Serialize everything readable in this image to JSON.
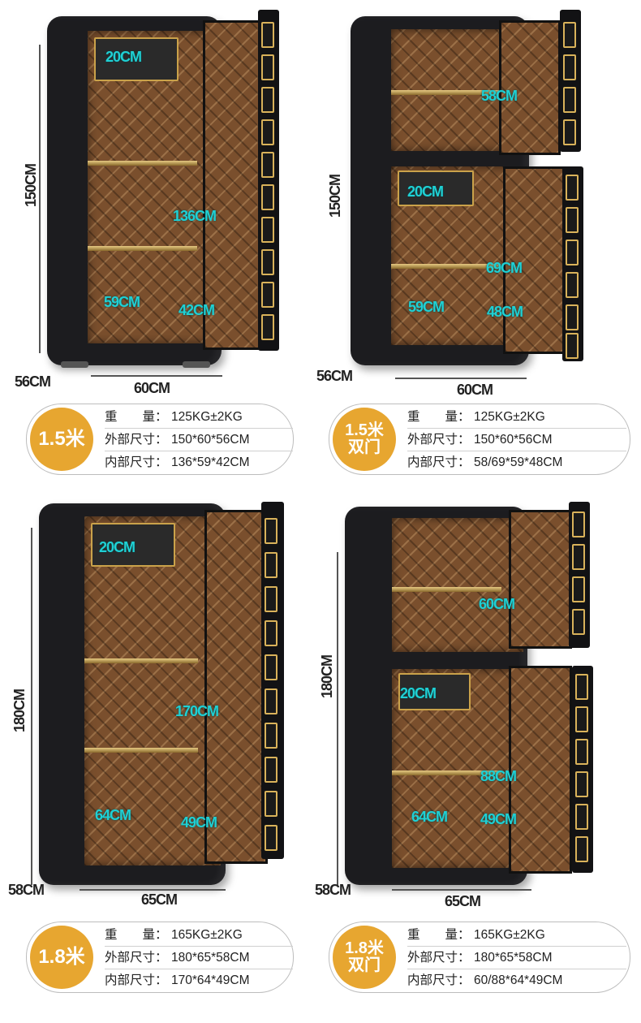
{
  "products": [
    {
      "badge_line1": "1.5米",
      "badge_line2": "",
      "height_label": "150CM",
      "depth_label": "56CM",
      "width_label": "60CM",
      "measures": {
        "top": "20CM",
        "mid": "136CM",
        "w": "59CM",
        "d": "42CM"
      },
      "specs": [
        {
          "label": "重　　量：",
          "value": "125KG±2KG"
        },
        {
          "label": "外部尺寸：",
          "value": "150*60*56CM"
        },
        {
          "label": "内部尺寸：",
          "value": "136*59*42CM"
        }
      ]
    },
    {
      "badge_line1": "1.5米",
      "badge_line2": "双门",
      "height_label": "150CM",
      "depth_label": "56CM",
      "width_label": "60CM",
      "measures": {
        "upper": "58CM",
        "lock": "20CM",
        "lower": "69CM",
        "w": "59CM",
        "d": "48CM"
      },
      "specs": [
        {
          "label": "重　　量：",
          "value": "125KG±2KG"
        },
        {
          "label": "外部尺寸：",
          "value": "150*60*56CM"
        },
        {
          "label": "内部尺寸：",
          "value": "58/69*59*48CM"
        }
      ]
    },
    {
      "badge_line1": "1.8米",
      "badge_line2": "",
      "height_label": "180CM",
      "depth_label": "58CM",
      "width_label": "65CM",
      "measures": {
        "top": "20CM",
        "mid": "170CM",
        "w": "64CM",
        "d": "49CM"
      },
      "specs": [
        {
          "label": "重　　量：",
          "value": "165KG±2KG"
        },
        {
          "label": "外部尺寸：",
          "value": "180*65*58CM"
        },
        {
          "label": "内部尺寸：",
          "value": "170*64*49CM"
        }
      ]
    },
    {
      "badge_line1": "1.8米",
      "badge_line2": "双门",
      "height_label": "180CM",
      "depth_label": "58CM",
      "width_label": "65CM",
      "measures": {
        "upper": "60CM",
        "lock": "20CM",
        "lower": "88CM",
        "w": "64CM",
        "d": "49CM"
      },
      "specs": [
        {
          "label": "重　　量：",
          "value": "165KG±2KG"
        },
        {
          "label": "外部尺寸：",
          "value": "180*65*58CM"
        },
        {
          "label": "内部尺寸：",
          "value": "60/88*64*49CM"
        }
      ]
    }
  ],
  "colors": {
    "badge": "#e7a630",
    "measure": "#1fd0d4",
    "gold": "#caa24a",
    "body": "#1c1c1f"
  }
}
